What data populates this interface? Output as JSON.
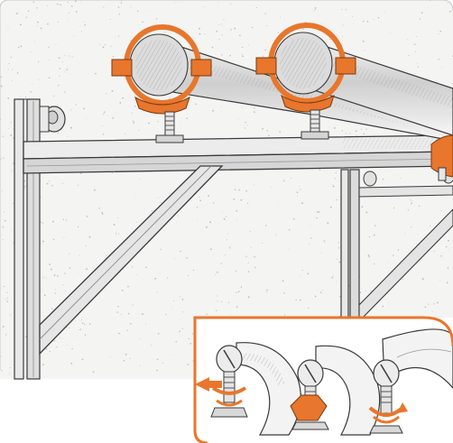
{
  "colors": {
    "accent": "#e8762c",
    "line": "#3a3a3a",
    "wall": "#f4f4f2",
    "speckle": "#b9b9b9",
    "metal": "#d9d9d9",
    "panel_bg": "#ffffff"
  },
  "illustration": {
    "pipes": 2,
    "clamps": 3,
    "detail_steps": 3
  },
  "icons": {
    "arrow": "arrow-left-icon",
    "rotation": "rotate-icon"
  }
}
